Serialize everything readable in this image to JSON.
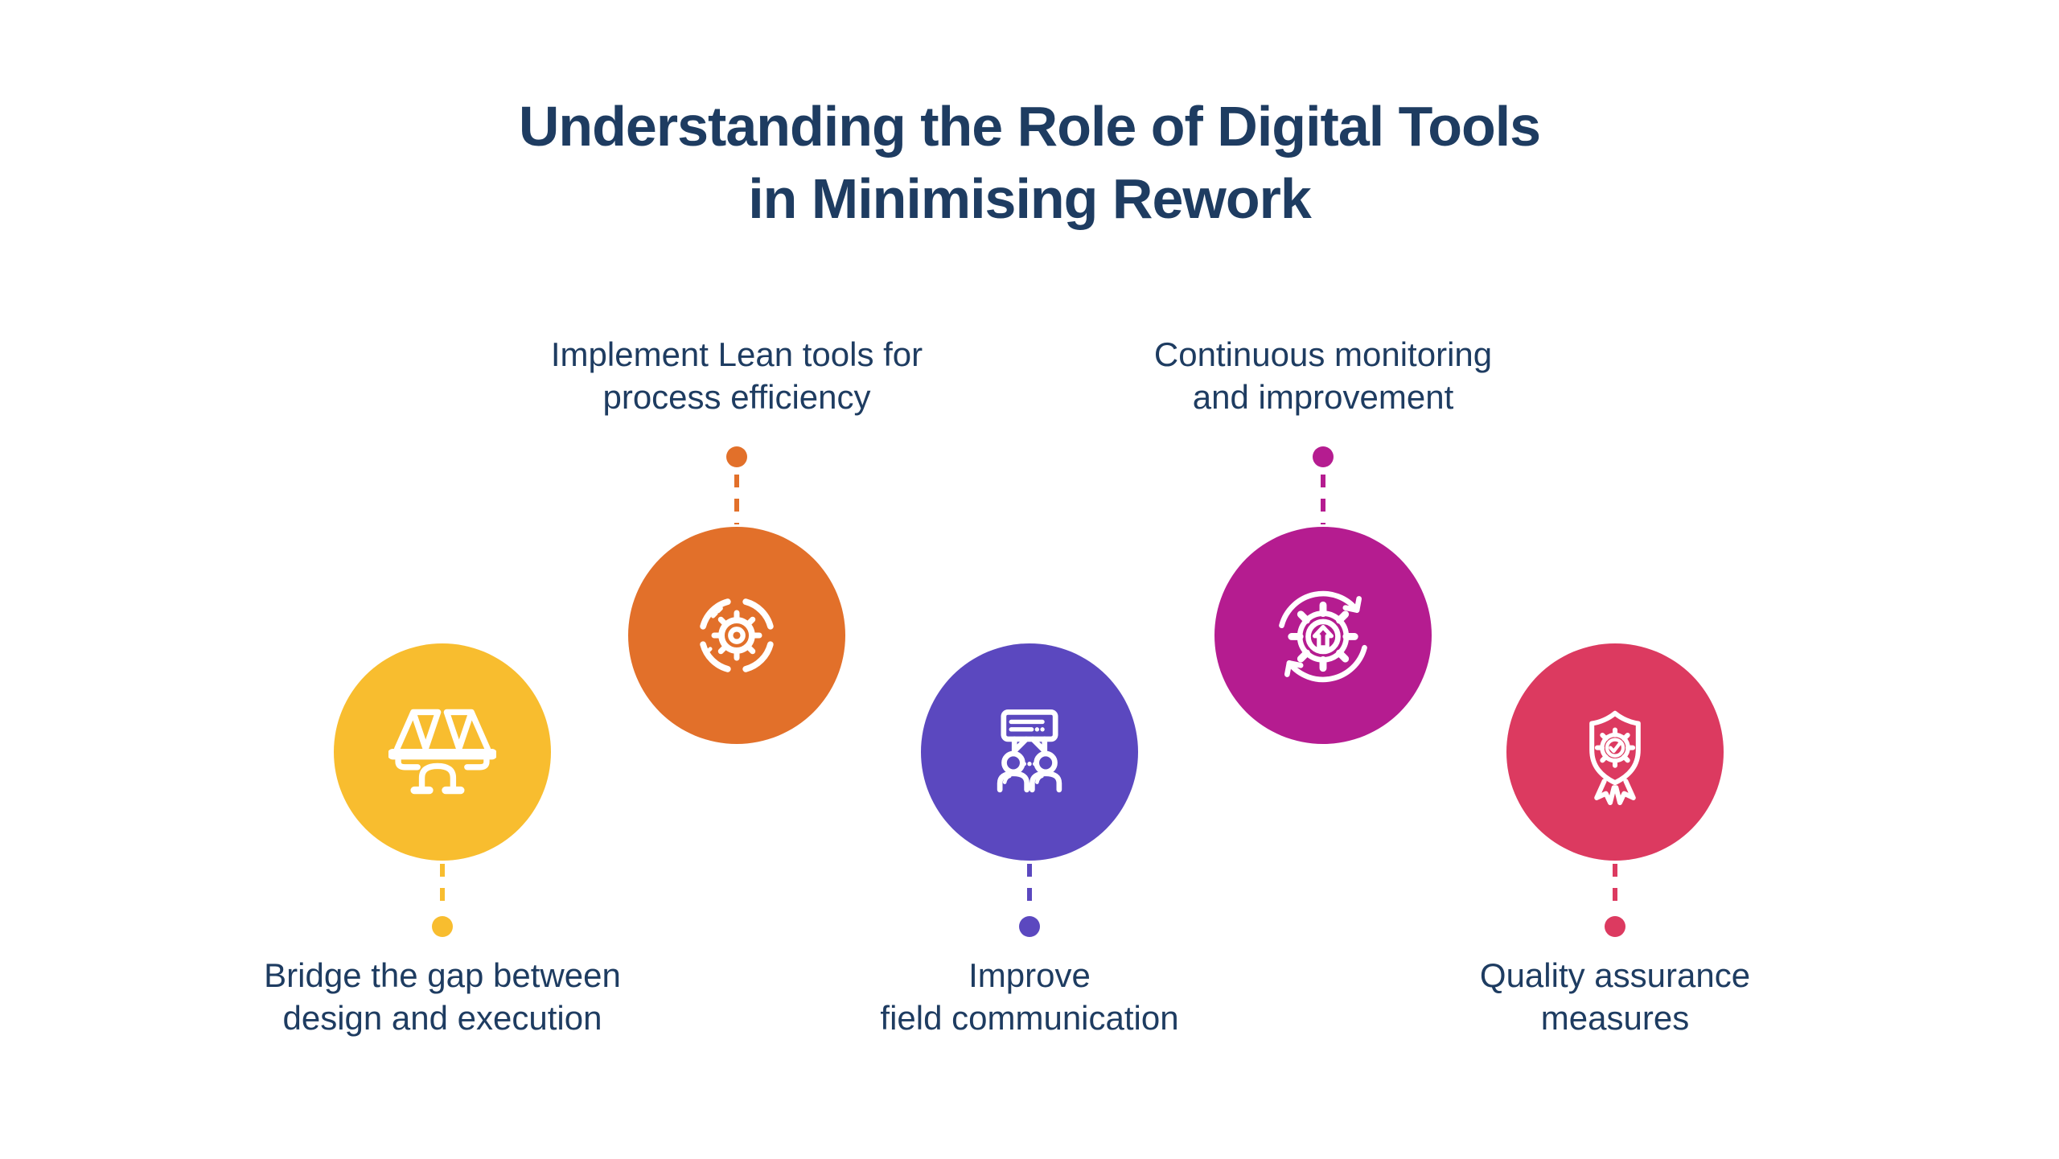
{
  "title": {
    "line1": "Understanding the Role of Digital Tools",
    "line2": "in Minimising Rework"
  },
  "colors": {
    "background": "#FFFFFF",
    "text": "#1E3C61",
    "yellow": "#F8BD2F",
    "orange": "#E2702A",
    "purple": "#5B48BF",
    "magenta": "#B51C90",
    "red": "#DC3A60",
    "icon_stroke": "#FFFFFF"
  },
  "items": [
    {
      "id": "bridge-gap",
      "position": "bottom",
      "color": "#F8BD2F",
      "icon": "bridge-icon",
      "label_lines": [
        "Bridge the gap between",
        "design and execution"
      ]
    },
    {
      "id": "lean-tools",
      "position": "top",
      "color": "#E2702A",
      "icon": "lean-cycle-gear-icon",
      "label_lines": [
        "Implement Lean tools for",
        "process efficiency"
      ]
    },
    {
      "id": "field-communication",
      "position": "bottom",
      "color": "#5B48BF",
      "icon": "people-communication-icon",
      "label_lines": [
        "Improve",
        "field communication"
      ]
    },
    {
      "id": "continuous-monitoring",
      "position": "top",
      "color": "#B51C90",
      "icon": "gear-refresh-arrows-icon",
      "label_lines": [
        "Continuous monitoring",
        "and improvement"
      ]
    },
    {
      "id": "quality-assurance",
      "position": "bottom",
      "color": "#DC3A60",
      "icon": "shield-badge-check-icon",
      "label_lines": [
        "Quality assurance",
        "measures"
      ]
    }
  ]
}
